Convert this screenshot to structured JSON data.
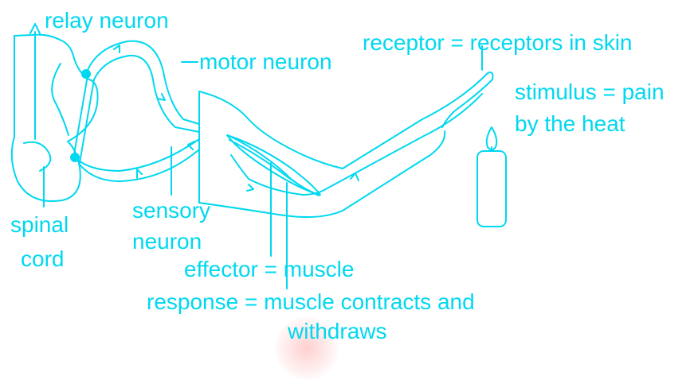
{
  "colors": {
    "ink": "#00d8f0"
  },
  "labels": {
    "relay_neuron": "relay neuron",
    "motor_neuron": "motor neuron",
    "receptor": "receptor = receptors in skin",
    "stimulus_line1": "stimulus = pain",
    "stimulus_line2": "by the heat",
    "sensory_line1": "sensory",
    "sensory_line2": "neuron",
    "spinal_line1": "spinal",
    "spinal_line2": "cord",
    "effector": "effector = muscle",
    "response_line1": "response = muscle contracts and",
    "response_line2": "withdraws"
  }
}
